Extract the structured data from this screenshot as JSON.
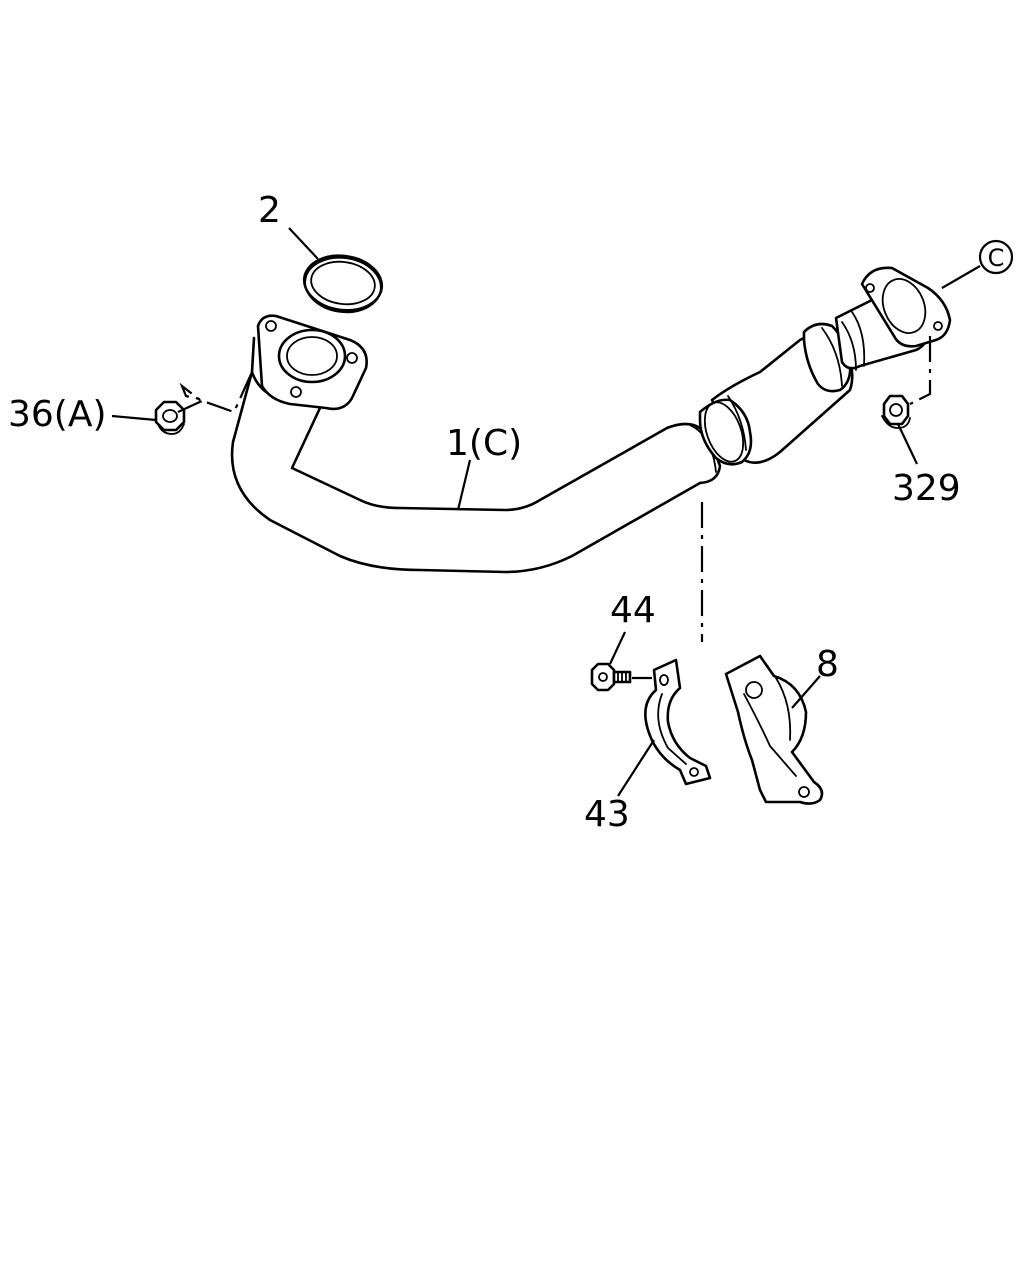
{
  "diagram": {
    "parts": [
      {
        "id": "front-pipe",
        "callout": "1(C)"
      },
      {
        "id": "gasket",
        "callout": "2"
      },
      {
        "id": "bracket",
        "callout": "8"
      },
      {
        "id": "nut",
        "callout": "36(A)"
      },
      {
        "id": "clamp",
        "callout": "43"
      },
      {
        "id": "bolt",
        "callout": "44"
      },
      {
        "id": "flange-nut",
        "callout": "329"
      }
    ],
    "connection_marker": "C"
  }
}
